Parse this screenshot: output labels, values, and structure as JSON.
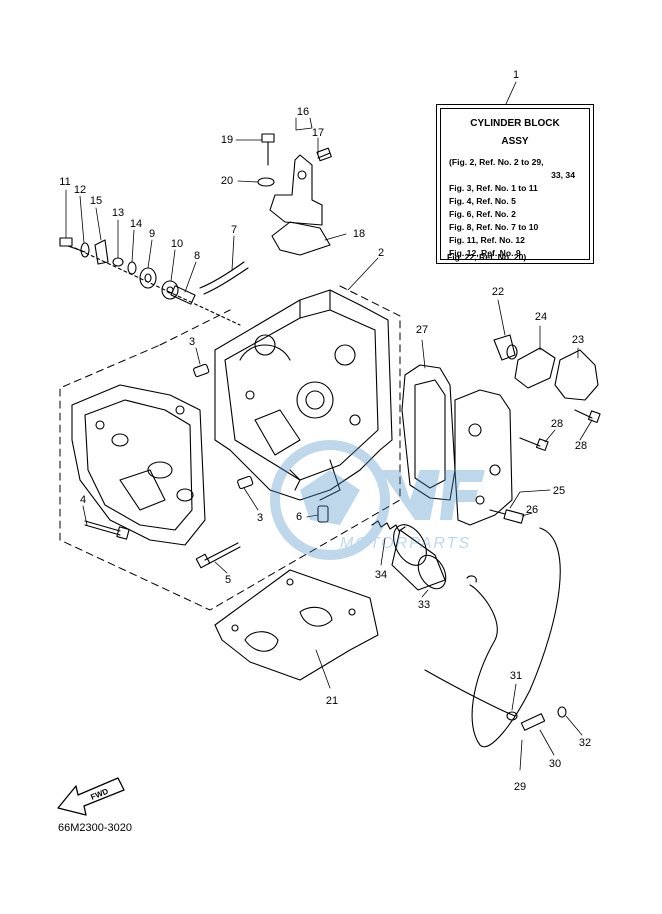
{
  "legend": {
    "title_line1": "CYLINDER BLOCK",
    "title_line2": "ASSY",
    "lines": [
      "(Fig. 2, Ref. No. 2 to 29,",
      "33, 34",
      "Fig. 3, Ref. No. 1 to 11",
      "Fig. 4, Ref. No. 5",
      "Fig. 6, Ref. No. 2",
      "Fig. 8, Ref. No. 7 to 10",
      "Fig. 11, Ref. No. 12",
      "Fig. 12, Ref. No. 9",
      "Fig. 22, Ref. No. 20)"
    ]
  },
  "callouts": {
    "c1": "1",
    "c2": "2",
    "c3a": "3",
    "c3b": "3",
    "c4": "4",
    "c5": "5",
    "c6": "6",
    "c7": "7",
    "c8": "8",
    "c9": "9",
    "c10": "10",
    "c11": "11",
    "c12": "12",
    "c13": "13",
    "c14": "14",
    "c15": "15",
    "c16": "16",
    "c17": "17",
    "c18": "18",
    "c19": "19",
    "c20": "20",
    "c21": "21",
    "c22": "22",
    "c23": "23",
    "c24": "24",
    "c25": "25",
    "c26": "26",
    "c27": "27",
    "c28a": "28",
    "c28b": "28",
    "c29": "29",
    "c30": "30",
    "c31": "31",
    "c32": "32",
    "c33": "33",
    "c34": "34"
  },
  "fwd_label": "FWD",
  "caption": "66M2300-3020",
  "watermark_text": "MOTORPARTS",
  "colors": {
    "line": "#000000",
    "watermark": "#4a90c8"
  }
}
